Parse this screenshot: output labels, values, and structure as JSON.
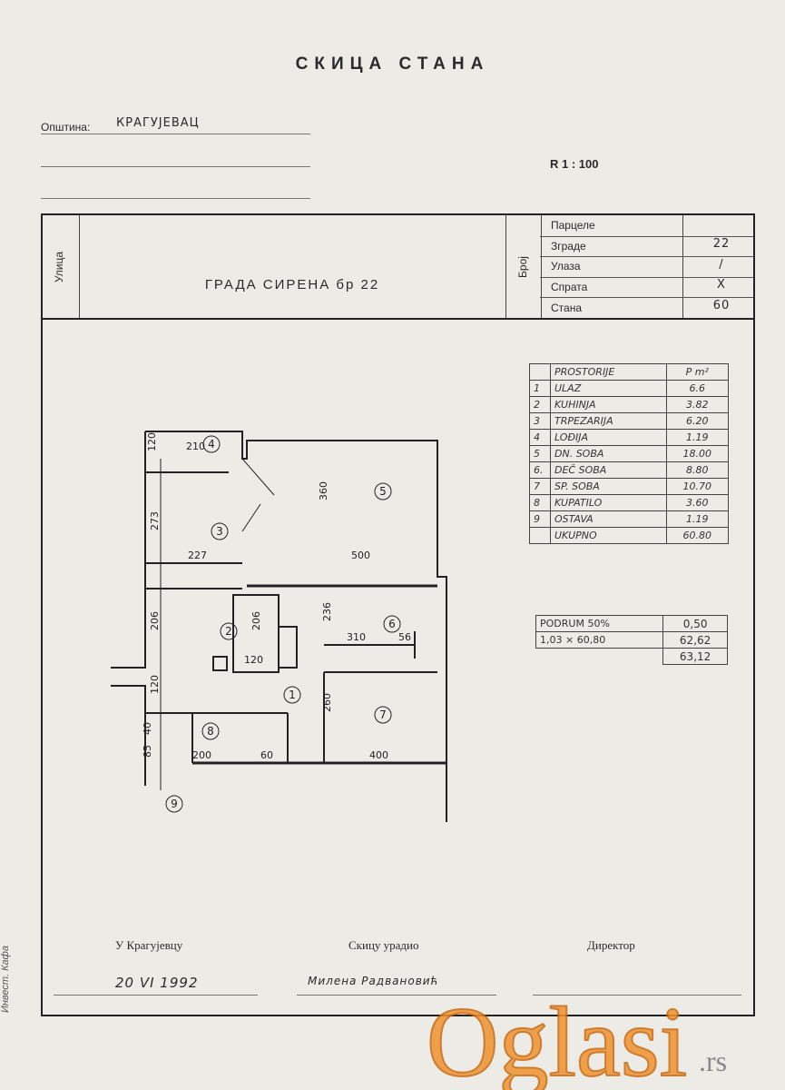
{
  "title": "СКИЦА СТАНА",
  "opstina_label": "Општина:",
  "opstina_value": "КРАГУЈЕВАЦ",
  "scale": "R 1 : 100",
  "street_label": "Улица",
  "street_value": "ГРАДА СИРЕНА бр 22",
  "broj_label": "Број",
  "numbers": [
    {
      "label": "Парцеле",
      "value": ""
    },
    {
      "label": "Зграде",
      "value": "22"
    },
    {
      "label": "Улаза",
      "value": "/"
    },
    {
      "label": "Спрата",
      "value": "X"
    },
    {
      "label": "Стана",
      "value": "60"
    }
  ],
  "rooms_header": {
    "name": "PROSTORIJE",
    "area": "P m²"
  },
  "rooms": [
    {
      "no": "1",
      "name": "ULAZ",
      "area": "6.6"
    },
    {
      "no": "2",
      "name": "KUHINJA",
      "area": "3.82"
    },
    {
      "no": "3",
      "name": "TRPEZARIJA",
      "area": "6.20"
    },
    {
      "no": "4",
      "name": "LOĐIJA",
      "area": "1.19"
    },
    {
      "no": "5",
      "name": "DN. SOBA",
      "area": "18.00"
    },
    {
      "no": "6.",
      "name": "DEČ SOBA",
      "area": "8.80"
    },
    {
      "no": "7",
      "name": "SP. SOBA",
      "area": "10.70"
    },
    {
      "no": "8",
      "name": "KUPATILO",
      "area": "3.60"
    },
    {
      "no": "9",
      "name": "OSTAVA",
      "area": "1.19"
    }
  ],
  "total": {
    "label": "UKUPNO",
    "area": "60.80"
  },
  "extra": [
    {
      "label": "PODRUM 50%",
      "value": "0,50"
    },
    {
      "label": "1,03 × 60,80",
      "value": "62,62"
    },
    {
      "label": "",
      "value": "63,12"
    }
  ],
  "plan_dims": [
    "120",
    "210",
    "360",
    "273",
    "227",
    "500",
    "206",
    "206",
    "236",
    "310",
    "56",
    "120",
    "120",
    "260",
    "40",
    "85",
    "200",
    "60",
    "400"
  ],
  "plan_rooms": [
    "1",
    "2",
    "3",
    "4",
    "5",
    "6",
    "7",
    "8",
    "9"
  ],
  "footer": {
    "place": "У Крагујевцу",
    "date": "20 VI 1992",
    "made_by_label": "Скицу урадио",
    "signature": "Милена Радвановић",
    "director_label": "Директор"
  },
  "side_note": "Инвест. Кафа",
  "watermark": "Oglasi",
  "watermark_suffix": ".rs"
}
